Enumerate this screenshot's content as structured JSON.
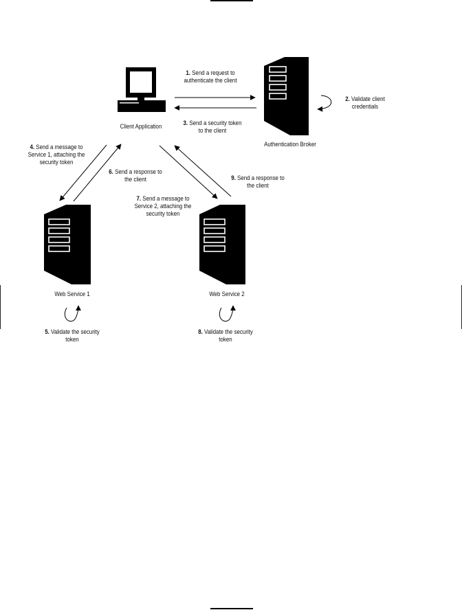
{
  "nodes": {
    "client": "Client Application",
    "broker": "Authentication Broker",
    "ws1": "Web Service 1",
    "ws2": "Web Service 2"
  },
  "steps": {
    "s1": {
      "num": "1.",
      "lines": [
        "Send a request to",
        "authenticate the client"
      ]
    },
    "s2": {
      "num": "2.",
      "lines": [
        "Validate client",
        "credentials"
      ]
    },
    "s3": {
      "num": "3.",
      "lines": [
        "Send a security token",
        "to the client"
      ]
    },
    "s4": {
      "num": "4.",
      "lines": [
        "Send a message to",
        "Service 1, attaching the",
        "security token"
      ]
    },
    "s5": {
      "num": "5.",
      "lines": [
        "Validate the security",
        "token"
      ]
    },
    "s6": {
      "num": "6.",
      "lines": [
        "Send a response to",
        "the client"
      ]
    },
    "s7": {
      "num": "7.",
      "lines": [
        "Send a message to",
        "Service 2, attaching the",
        "security token"
      ]
    },
    "s8": {
      "num": "8.",
      "lines": [
        "Validate the security",
        "token"
      ]
    },
    "s9": {
      "num": "9.",
      "lines": [
        "Send a response to",
        "the client"
      ]
    }
  }
}
